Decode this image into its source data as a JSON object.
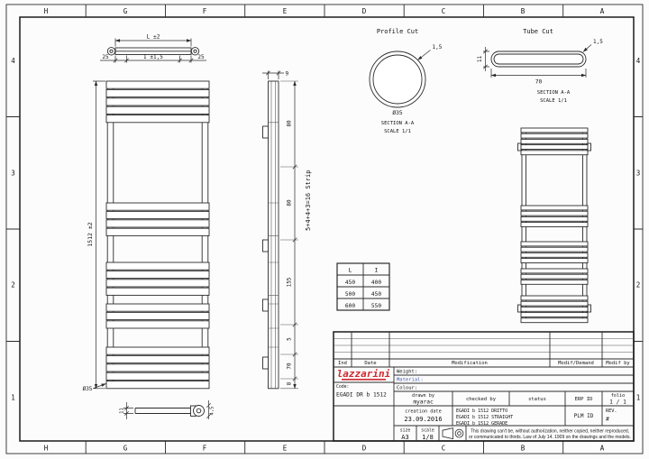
{
  "frame": {
    "cols": [
      "H",
      "G",
      "F",
      "E",
      "D",
      "C",
      "B",
      "A"
    ],
    "rows": [
      "4",
      "3",
      "2",
      "1"
    ]
  },
  "top_view": {
    "dim_length": "L ±2",
    "dim_left": "25",
    "dim_inner": "I ±1,5",
    "dim_right": "25"
  },
  "front_view": {
    "dim_height": "1512 ±2",
    "strip_note": "5+4+4+3=16 Strip",
    "dim_chain": [
      "80",
      "80",
      "155",
      "5",
      "70",
      "8"
    ],
    "dim_diameter": "Ø35"
  },
  "side_view": {
    "dim_depth": "9"
  },
  "bottom_detail": {
    "dim_height": "11",
    "dim_offset": "4,5"
  },
  "profile_cut": {
    "title": "Profile Cut",
    "dim_wall": "1,5",
    "dim_diameter": "Ø35",
    "section_line1": "SECTION  A-A",
    "section_line2": "SCALE  1/1"
  },
  "tube_cut": {
    "title": "Tube Cut",
    "dim_wall": "1,5",
    "dim_height": "11",
    "dim_width": "70",
    "section_line1": "SECTION  A-A",
    "section_line2": "SCALE  1/1"
  },
  "size_table": {
    "headers": [
      "L",
      "I"
    ],
    "rows": [
      [
        "450",
        "400"
      ],
      [
        "500",
        "450"
      ],
      [
        "600",
        "550"
      ]
    ]
  },
  "title_block": {
    "revision_headers": [
      "Ind",
      "Date",
      "Modification",
      "Modif/Demand",
      "Modif by"
    ],
    "logo": "lazzarini",
    "code_label": "Code:",
    "code_value": "EGADI DR b 1512",
    "weight_label": "Weight:",
    "material_label": "Material:",
    "colour_label": "Colour:",
    "drawn_by_label": "drawn by",
    "drawn_by_value": "myarac",
    "checked_by_label": "checked by",
    "status_label": "status",
    "erp_label": "ERP ID",
    "folio_label": "folio",
    "folio_value": "1 / 1",
    "creation_label": "creation date",
    "creation_value": "23.09.2016",
    "titles": [
      "EGADI b 1512 DRITTO",
      "EGADI b 1512 STRAIGHT",
      "EGADI b 1512 GERADE"
    ],
    "plm_label": "PLM ID",
    "rev_label": "REV.",
    "rev_value": "#",
    "size_label": "size",
    "size_value": "A3",
    "scale_label": "scale",
    "scale_value": "1/8",
    "disclaimer_line1": "This drawing can't be, without authorization, neither copied, neither reproduced,",
    "disclaimer_line2": "or communicated to thirds. Law of July 14. 1909 on the drawings and the models."
  },
  "colors": {
    "accent_red": "#cf2a30",
    "material_blue": "#3d55a5",
    "line": "#2b2b2b"
  }
}
